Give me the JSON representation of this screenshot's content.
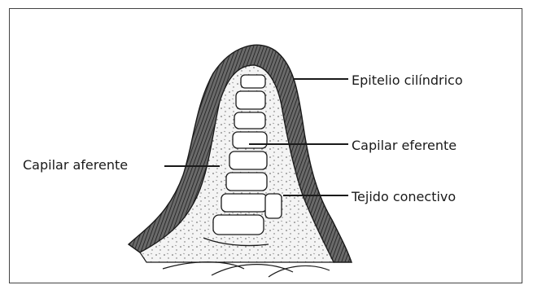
{
  "labels": {
    "epitelio": "Epitelio cilíndrico",
    "capilar_eferente": "Capilar eferente",
    "tejido_conectivo": "Tejido conectivo",
    "capilar_aferente": "Capilar aferente"
  },
  "colors": {
    "ink": "#1a1a1a",
    "epithelium_fill": "#5a5a5a",
    "connective_fill": "#f2f2f2",
    "capillary_fill": "#ffffff"
  }
}
